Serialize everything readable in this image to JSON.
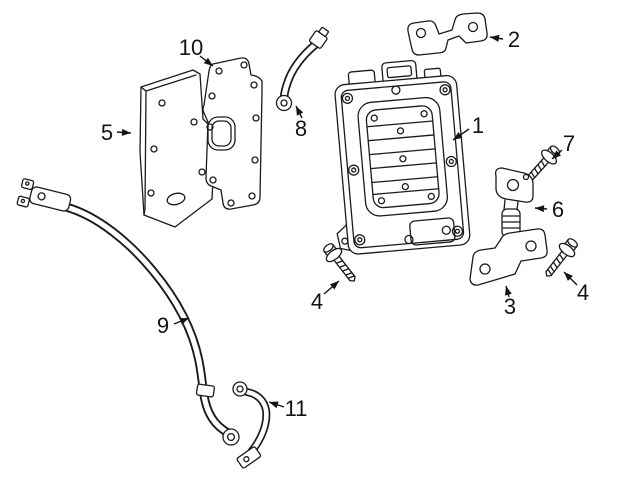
{
  "figure": {
    "background_color": "#ffffff",
    "line_color": "#1b1b1b",
    "kind": "exploded-parts-diagram"
  },
  "callouts": {
    "part1": "1",
    "part2": "2",
    "part3": "3",
    "part4a": "4",
    "part4b": "4",
    "part5": "5",
    "part6": "6",
    "part7": "7",
    "part8": "8",
    "part9": "9",
    "part10": "10",
    "part11": "11"
  }
}
